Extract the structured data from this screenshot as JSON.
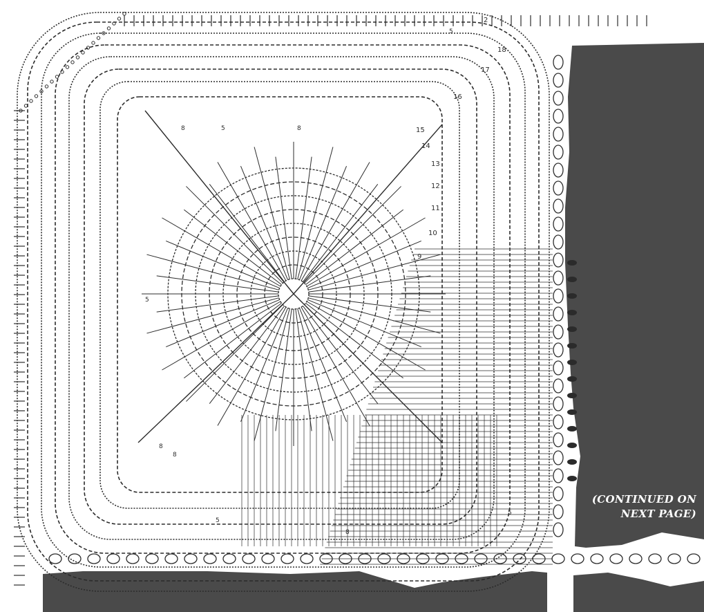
{
  "diagram": {
    "note_line1": "(CONTINUED ON",
    "note_line2": "NEXT PAGE)",
    "row_numbers": [
      "18",
      "17",
      "16",
      "15",
      "14",
      "13",
      "12",
      "11",
      "10",
      "9",
      "2"
    ],
    "repeat_counts": [
      "5",
      "8"
    ],
    "colors": {
      "ink": "#2b2b2b",
      "band": "#4a4a4a",
      "paper": "#ffffff",
      "note_text": "#ffffff"
    }
  }
}
